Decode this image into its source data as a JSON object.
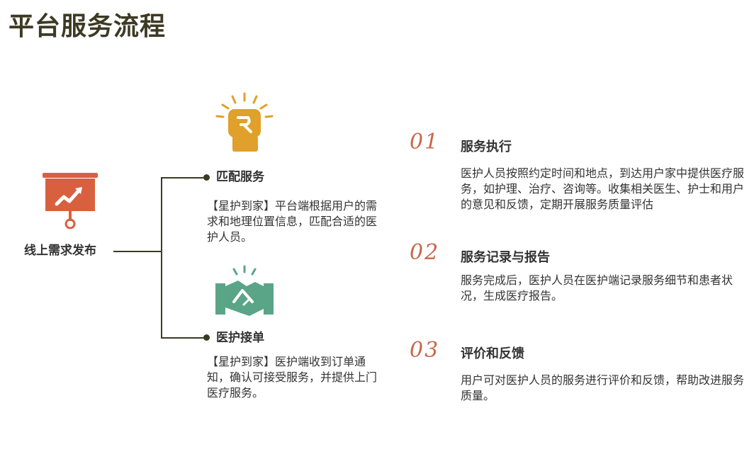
{
  "title": "平台服务流程",
  "origin": {
    "label": "线上需求发布"
  },
  "nodes": [
    {
      "title": "匹配服务",
      "desc": "【星护到家】平台端根据用户的需求和地理位置信息，匹配合适的医护人员。"
    },
    {
      "title": "医护接单",
      "desc": "【星护到家】医护端收到订单通知，确认可接受服务，并提供上门医疗服务。"
    }
  ],
  "steps": [
    {
      "num": "01",
      "title": "服务执行",
      "desc": "医护人员按照约定时间和地点，到达用户家中提供医疗服务，如护理、治疗、咨询等。收集相关医生、护士和用户的意见和反馈，定期开展服务质量评估"
    },
    {
      "num": "02",
      "title": "服务记录与报告",
      "desc": "服务完成后，医护人员在医护端记录服务细节和患者状况，生成医疗报告。"
    },
    {
      "num": "03",
      "title": "评价和反馈",
      "desc": "用户可对医护人员的服务进行评价和反馈，帮助改进服务质量。"
    }
  ],
  "colors": {
    "title": "#3d3a24",
    "icon_orange": "#d9603f",
    "icon_gold": "#e0a02a",
    "icon_green": "#5aa587",
    "step_number": "#c8674a"
  },
  "icons": {
    "origin": "presentation-chart-icon",
    "match": "raised-fist-icon",
    "accept": "handshake-icon"
  }
}
